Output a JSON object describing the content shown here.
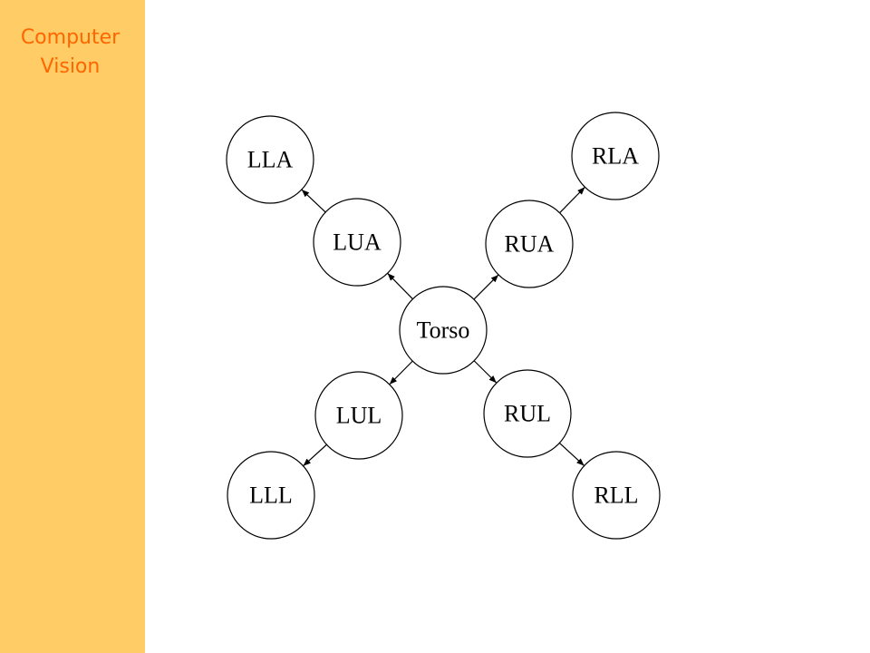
{
  "sidebar": {
    "title_line1": "Computer",
    "title_line2": "Vision",
    "background": "#ffcc66",
    "text_color": "#ff6600"
  },
  "diagram": {
    "nodes": {
      "lla": "LLA",
      "lua": "LUA",
      "rla": "RLA",
      "rua": "RUA",
      "torso": "Torso",
      "lul": "LUL",
      "lll": "LLL",
      "rul": "RUL",
      "rll": "RLL"
    },
    "edges": [
      {
        "from": "torso",
        "to": "lua"
      },
      {
        "from": "torso",
        "to": "rua"
      },
      {
        "from": "torso",
        "to": "lul"
      },
      {
        "from": "torso",
        "to": "rul"
      },
      {
        "from": "lua",
        "to": "lla"
      },
      {
        "from": "rua",
        "to": "rla"
      },
      {
        "from": "lul",
        "to": "lll"
      },
      {
        "from": "rul",
        "to": "rll"
      }
    ]
  }
}
